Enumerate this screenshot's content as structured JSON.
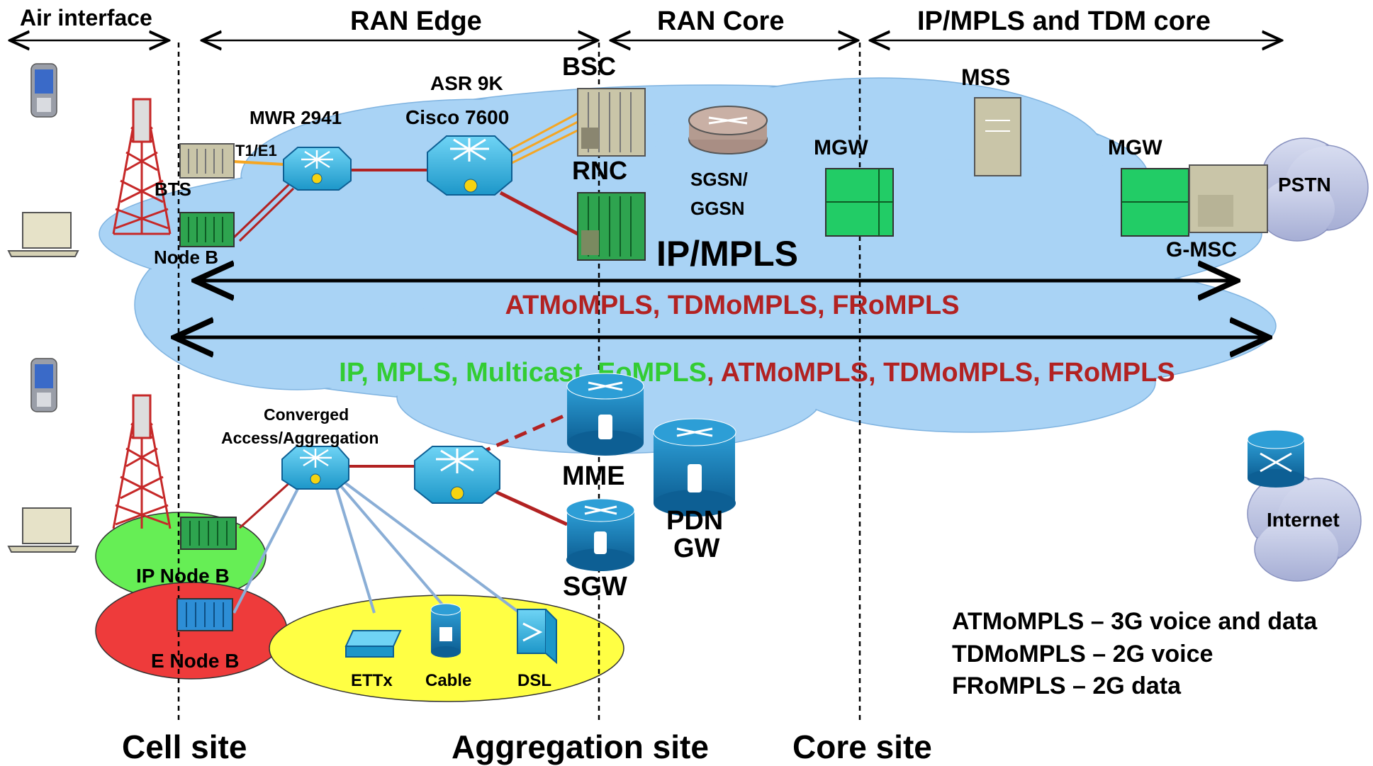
{
  "header": {
    "air_interface": "Air interface",
    "ran_edge": "RAN Edge",
    "ran_core": "RAN Core",
    "ip_mpls_tdm_core": "IP/MPLS and TDM core"
  },
  "footer": {
    "cell_site": "Cell site",
    "aggregation_site": "Aggregation site",
    "core_site": "Core site"
  },
  "nodes": {
    "bsc": "BSC",
    "rnc": "RNC",
    "asr9k": "ASR 9K",
    "cisco7600": "Cisco 7600",
    "mwr2941": "MWR 2941",
    "t1e1": "T1/E1",
    "bts": "BTS",
    "nodeb": "Node B",
    "sgsn": "SGSN/",
    "ggsn": "GGSN",
    "mgw1": "MGW",
    "mss": "MSS",
    "mgw2": "MGW",
    "pstn": "PSTN",
    "gmsc": "G-MSC",
    "ipmpls": "IP/MPLS",
    "converged1": "Converged",
    "converged2": "Access/Aggregation",
    "mme": "MME",
    "pdn": "PDN",
    "gw": "GW",
    "sgw": "SGW",
    "ipnodeb": "IP Node B",
    "enodeb": "E Node B",
    "ettx": "ETTx",
    "cable": "Cable",
    "dsl": "DSL",
    "internet": "Internet"
  },
  "bands": {
    "band1": "ATMoMPLS, TDMoMPLS, FRoMPLS",
    "band2_green": "IP, MPLS, Multicast, EoMPLS",
    "band2_red": ", ATMoMPLS, TDMoMPLS, FRoMPLS"
  },
  "legend": {
    "line1": "ATMoMPLS – 3G voice and data",
    "line2": "TDMoMPLS – 2G voice",
    "line3": "FRoMPLS – 2G data"
  },
  "colors": {
    "cloud": "#a9d3f5",
    "green_text": "#33cc33",
    "red_text": "#b22222",
    "link_red": "#b22222",
    "link_orange": "#f5a623",
    "router_blue": "#1a7ab5",
    "switch_cyan": "#33b5e5",
    "ip_node_oval": "#66ee55",
    "e_node_oval": "#ee3b3b",
    "access_oval": "#ffff44"
  }
}
